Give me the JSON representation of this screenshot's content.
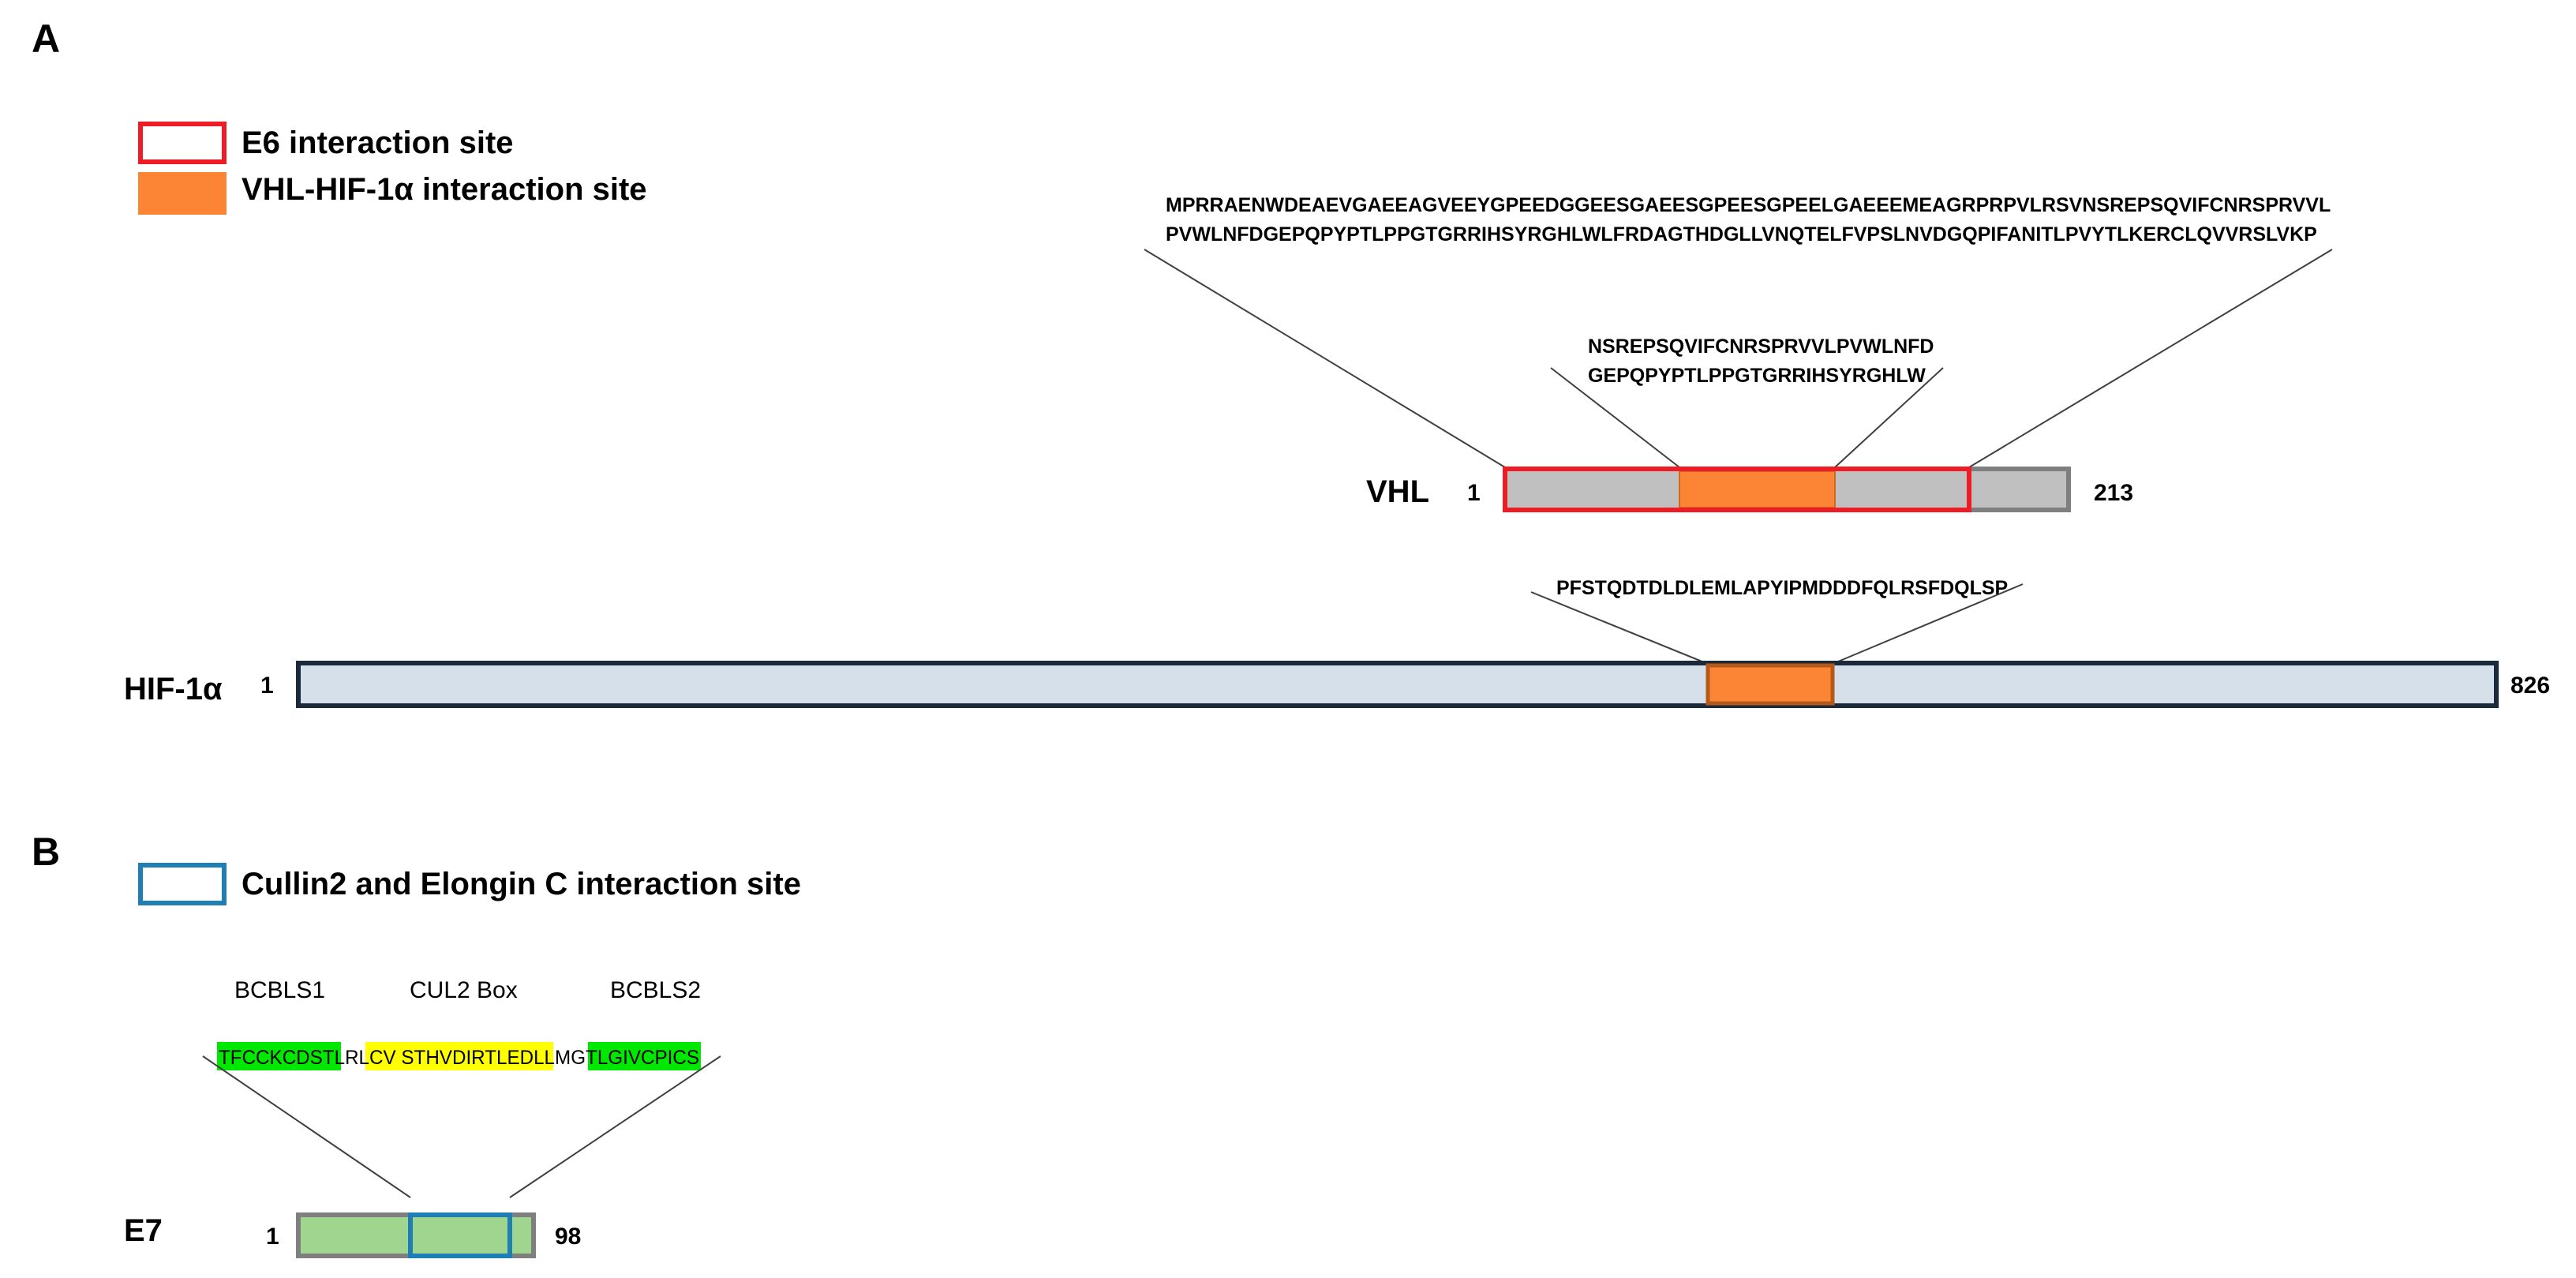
{
  "panels": {
    "a_label": "A",
    "b_label": "B"
  },
  "legend_a": {
    "e6_site": "E6 interaction site",
    "vhl_hif_site": "VHL-HIF-1α interaction site",
    "e6_color": "#ee1c24",
    "vhl_hif_color": "#fb8534"
  },
  "legend_b": {
    "cullin_site": "Cullin2 and Elongin C interaction site",
    "cullin_color": "#1f7fb4"
  },
  "vhl": {
    "name": "VHL",
    "start": "1",
    "end": "213",
    "seq_line1": "MPRRAENWDEAEVGAEEAGVEEYGPEEDGGEESGAEESGPEESGPEELGAEEEMEAGRPRPVLRSVNSREPSQVIFCNRSPRVVL",
    "seq_line2": "PVWLNFDGEPQPYPTLPPGTGRRIHSYRGHLWLFRDAGTHDGLLVNQTELFVPSLNVDGQPIFANITLPVYTLKERCLQVVRSLVKP",
    "binding_seq_line1": "NSREPSQVIFCNRSPRVVLPVWLNFD",
    "binding_seq_line2": "GEPQPYPTLPPGTGRRIHSYRGHLW",
    "bar_color": "#c0c0c0",
    "border_color": "#7f7f7f"
  },
  "hif": {
    "name": "HIF-1α",
    "start": "1",
    "end": "826",
    "binding_seq": "PFSTQDTDLDLEMLAPYIPMDDDFQLRSFDQLSP",
    "bar_color": "#d6e0ea",
    "border_color": "#1b2a3a"
  },
  "e7": {
    "name": "E7",
    "start": "1",
    "end": "98",
    "motif1": "BCBLS1",
    "motif2": "CUL2 Box",
    "motif3": "BCBLS2",
    "seq_seg1": "TFCCKCDSTL",
    "seq_seg2": "RL",
    "seq_seg3": "CV STHVDIRTLEDLL",
    "seq_seg4": "MG",
    "seq_seg5": "TLGIVCPICS",
    "bar_color": "#9fd58f",
    "green_highlight": "#00e800",
    "yellow_highlight": "#ffff00"
  }
}
